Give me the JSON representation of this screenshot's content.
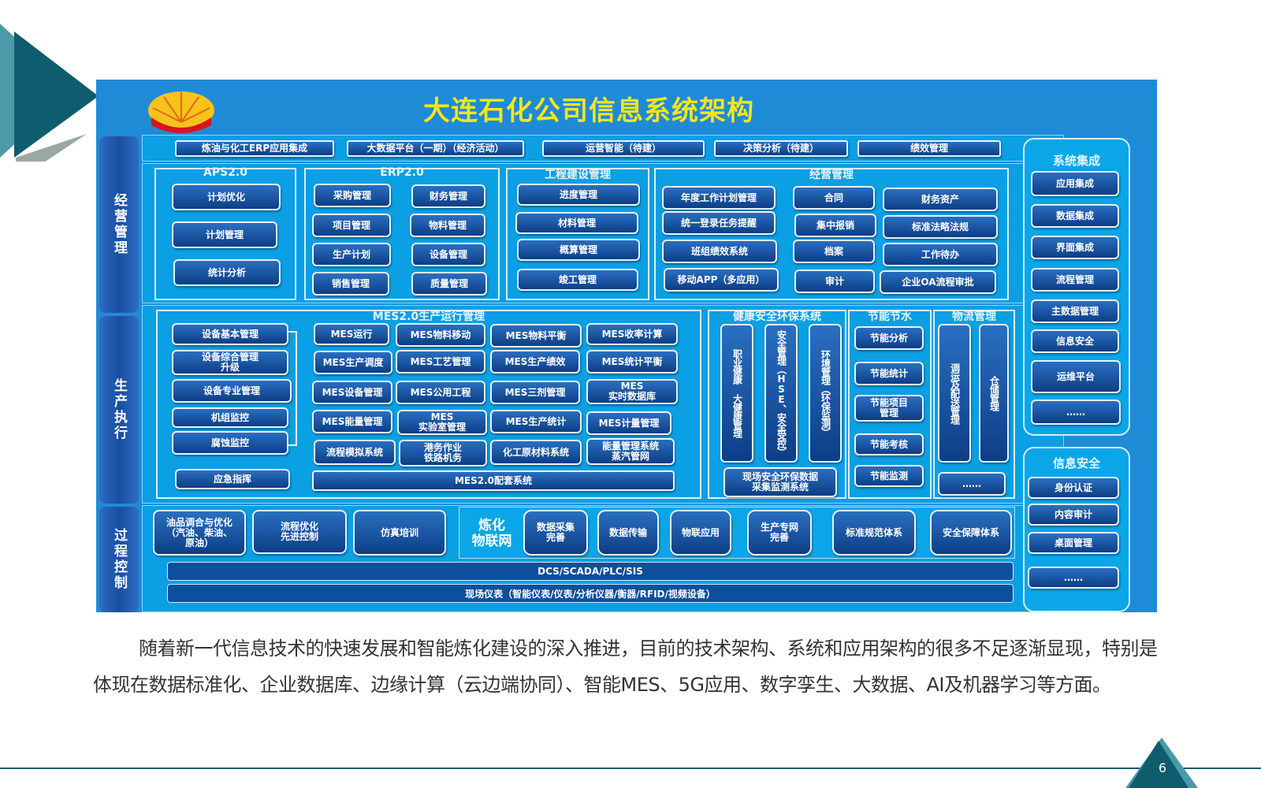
{
  "title": "大连石化公司信息系统架构",
  "top_row": [
    "炼油与化工ERP应用集成",
    "大数据平台（一期）（经济活动）",
    "运营智能（待建）",
    "决策分析（待建）",
    "绩效管理"
  ],
  "side_labels": {
    "business": "经营管理",
    "production": "生产执行",
    "process": "过程控制"
  },
  "aps": {
    "title": "APS2.0",
    "items": [
      "计划优化",
      "计划管理",
      "统计分析"
    ]
  },
  "erp": {
    "title": "ERP2.0",
    "items": [
      "采购管理",
      "财务管理",
      "项目管理",
      "物料管理",
      "生产计划",
      "设备管理",
      "销售管理",
      "质量管理"
    ]
  },
  "engineering": {
    "title": "工程建设管理",
    "items": [
      "进度管理",
      "材料管理",
      "概算管理",
      "竣工管理"
    ]
  },
  "operations": {
    "title": "经营管理",
    "items": [
      "年度工作计划管理",
      "合同",
      "财务资产",
      "统一登录任务提醒",
      "集中报销",
      "标准法略法规",
      "班组绩效系统",
      "档案",
      "工作待办",
      "移动APP（多应用）",
      "审计",
      "企业OA流程审批"
    ]
  },
  "mes": {
    "title": "MES2.0生产运行管理",
    "left": [
      "设备基本管理",
      "设备综合管理\n升级",
      "设备专业管理",
      "机组监控",
      "腐蚀监控",
      "应急指挥"
    ],
    "grid": [
      "MES运行",
      "MES物料移动",
      "MES物料平衡",
      "MES收率计算",
      "MES生产调度",
      "MES工艺管理",
      "MES生产绩效",
      "MES统计平衡",
      "MES设备管理",
      "MES公用工程",
      "MES三剂管理",
      "MES\n实时数据库",
      "MES能量管理",
      "MES\n实验室管理",
      "MES生产统计",
      "MES计量管理",
      "流程模拟系统",
      "港务作业\n铁路机务",
      "化工原材料系统",
      "能量管理系统\n蒸汽管网"
    ],
    "bottom": "MES2.0配套系统"
  },
  "hse": {
    "title": "健康安全环保系统",
    "items": [
      "职业健康  大健康管理",
      "安全管理（HSE、安全受控）",
      "环境管理（环保监测）"
    ],
    "bottom": "现场安全环保数据\n采集监测系统"
  },
  "energy": {
    "title": "节能节水",
    "items": [
      "节能分析",
      "节能统计",
      "节能项目\n管理",
      "节能考核",
      "节能监测"
    ]
  },
  "logistics": {
    "title": "物流管理",
    "items": [
      "调运及配送管理",
      "仓储管理"
    ],
    "bottom": "……"
  },
  "integration": {
    "title": "系统集成",
    "items": [
      "应用集成",
      "数据集成",
      "界面集成",
      "流程管理",
      "主数据管理",
      "信息安全",
      "运维平台",
      "……"
    ]
  },
  "security": {
    "title": "信息安全",
    "items": [
      "身份认证",
      "内容审计",
      "桌面管理",
      "……"
    ]
  },
  "process": {
    "items": [
      "油品调合与优化\n（汽油、柴油、\n原油）",
      "流程优化\n先进控制",
      "仿真培训"
    ],
    "iot_label": "炼化\n物联网",
    "iot_items": [
      "数据采集\n完善",
      "数据传输",
      "物联应用",
      "生产专网\n完善",
      "标准规范体系",
      "安全保障体系"
    ],
    "bar1": "DCS/SCADA/PLC/SIS",
    "bar2": "现场仪表（智能仪表/仪表/分析仪器/衡器/RFID/视频设备）"
  },
  "paragraph": "随着新一代信息技术的快速发展和智能炼化建设的深入推进，目前的技术架构、系统和应用架构的很多不足逐渐显现，特别是体现在数据标准化、企业数据库、边缘计算（云边端协同）、智能MES、5G应用、数字孪生、大数据、AI及机器学习等方面。",
  "page_number": "6",
  "colors": {
    "accent": "#0f5c6e",
    "diagram_bg": "#1f8bd7",
    "title": "#f5e51c",
    "button": "#0d3e86"
  }
}
